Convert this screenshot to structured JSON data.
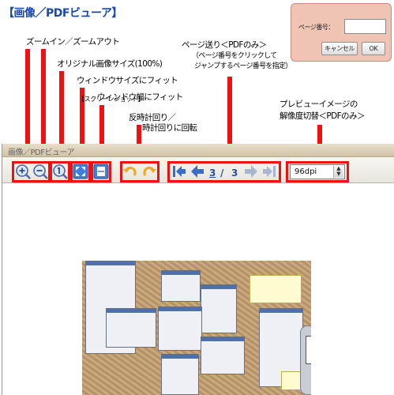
{
  "page_title": "【画像／PDFビューア】",
  "callouts": {
    "zoom": "ズームイン／ズームアウト",
    "original_size": "オリジナル画像サイズ(100%)",
    "fit_window": "ウィンドウサイズにフィット",
    "fit_width": "ウィンドウ幅にフィット",
    "rotate_line1": "反時計回り／",
    "rotate_line2": "時計回りに回転",
    "page_nav_line1": "ページ送り＜PDFのみ＞",
    "page_nav_line2": "（ページ番号をクリックして",
    "page_nav_line3": "ジャンプするページ番号を指定）",
    "preview_line1": "プレビューイメージの",
    "preview_line2": "解像度切替＜PDFのみ＞"
  },
  "page_dialog": {
    "label": "ページ番号：",
    "input_value": "",
    "cancel_label": "キャンセル",
    "ok_label": "OK"
  },
  "viewer": {
    "title": "画像／PDFビューア",
    "current_page": "3",
    "page_separator": "/",
    "total_pages": "3",
    "resolution_selected": "96dpi"
  },
  "document": {
    "heading": "【スクリーンショット】"
  },
  "icons": {
    "zoom_in": "zoom-in-icon",
    "zoom_out": "zoom-out-icon",
    "original_size": "original-size-icon",
    "fit_window": "fit-window-icon",
    "fit_width": "fit-width-icon",
    "rotate_ccw": "rotate-ccw-icon",
    "rotate_cw": "rotate-cw-icon",
    "first_page": "first-page-icon",
    "prev_page": "prev-page-icon",
    "next_page": "next-page-icon",
    "last_page": "last-page-icon"
  },
  "colors": {
    "callout_arrow": "#ee1111",
    "title": "#1848a8",
    "page_number": "#2a50a8",
    "dialog_background": "#f0c4b4",
    "nav_active": "#3a6cc8",
    "nav_disabled": "#a9b6cf",
    "rotate_icon": "#f1a821"
  }
}
